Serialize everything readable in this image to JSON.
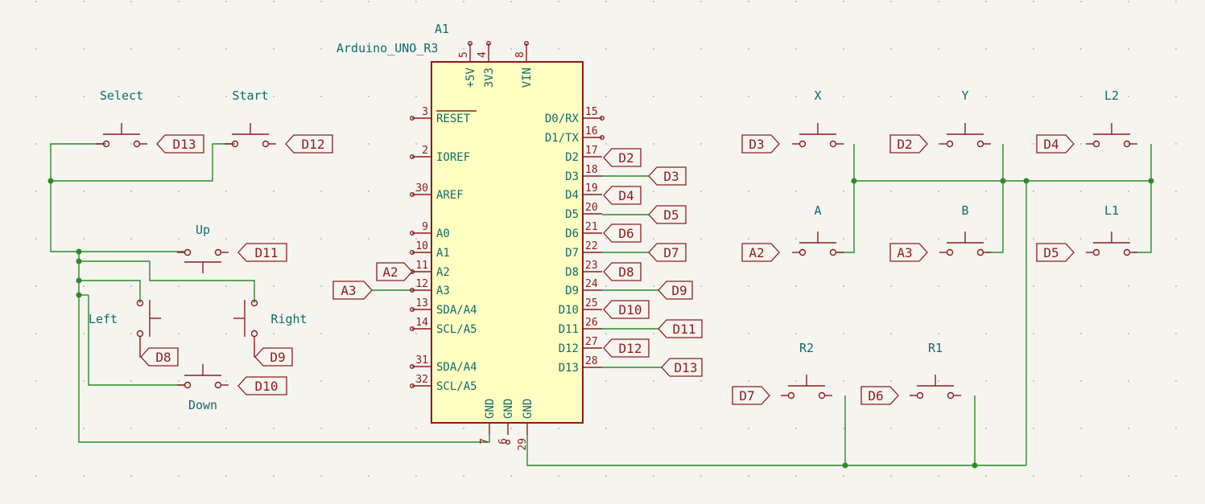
{
  "schematic": {
    "ic": {
      "ref": "A1",
      "value": "Arduino_UNO_R3",
      "top_pins": [
        {
          "num": "5",
          "name": "+5V"
        },
        {
          "num": "4",
          "name": "3V3"
        },
        {
          "num": "8",
          "name": "VIN"
        }
      ],
      "left_pins": [
        {
          "num": "3",
          "name": "RESET"
        },
        {
          "num": "2",
          "name": "IOREF"
        },
        {
          "num": "30",
          "name": "AREF"
        },
        {
          "num": "9",
          "name": "A0"
        },
        {
          "num": "10",
          "name": "A1"
        },
        {
          "num": "11",
          "name": "A2"
        },
        {
          "num": "12",
          "name": "A3"
        },
        {
          "num": "13",
          "name": "SDA/A4"
        },
        {
          "num": "14",
          "name": "SCL/A5"
        },
        {
          "num": "31",
          "name": "SDA/A4"
        },
        {
          "num": "32",
          "name": "SCL/A5"
        }
      ],
      "right_pins": [
        {
          "num": "15",
          "name": "D0/RX"
        },
        {
          "num": "16",
          "name": "D1/TX"
        },
        {
          "num": "17",
          "name": "D2"
        },
        {
          "num": "18",
          "name": "D3"
        },
        {
          "num": "19",
          "name": "D4"
        },
        {
          "num": "20",
          "name": "D5"
        },
        {
          "num": "21",
          "name": "D6"
        },
        {
          "num": "22",
          "name": "D7"
        },
        {
          "num": "23",
          "name": "D8"
        },
        {
          "num": "24",
          "name": "D9"
        },
        {
          "num": "25",
          "name": "D10"
        },
        {
          "num": "26",
          "name": "D11"
        },
        {
          "num": "27",
          "name": "D12"
        },
        {
          "num": "28",
          "name": "D13"
        }
      ],
      "bottom_pins": [
        {
          "num": "7",
          "name": "GND"
        },
        {
          "num": "6",
          "name": "GND"
        },
        {
          "num": "29",
          "name": "GND"
        }
      ]
    },
    "ic_net_labels": [
      "D2",
      "D3",
      "D4",
      "D5",
      "D6",
      "D7",
      "D8",
      "D9",
      "D10",
      "D11",
      "D12",
      "D13",
      "A2",
      "A3"
    ],
    "buttons": [
      {
        "name": "Select",
        "net": "D13"
      },
      {
        "name": "Start",
        "net": "D12"
      },
      {
        "name": "Up",
        "net": "D11"
      },
      {
        "name": "Left",
        "net": "D8"
      },
      {
        "name": "Right",
        "net": "D9"
      },
      {
        "name": "Down",
        "net": "D10"
      },
      {
        "name": "X",
        "net": "D3"
      },
      {
        "name": "Y",
        "net": "D2"
      },
      {
        "name": "L2",
        "net": "D4"
      },
      {
        "name": "A",
        "net": "A2"
      },
      {
        "name": "B",
        "net": "A3"
      },
      {
        "name": "L1",
        "net": "D5"
      },
      {
        "name": "R2",
        "net": "D7"
      },
      {
        "name": "R1",
        "net": "D6"
      }
    ]
  }
}
